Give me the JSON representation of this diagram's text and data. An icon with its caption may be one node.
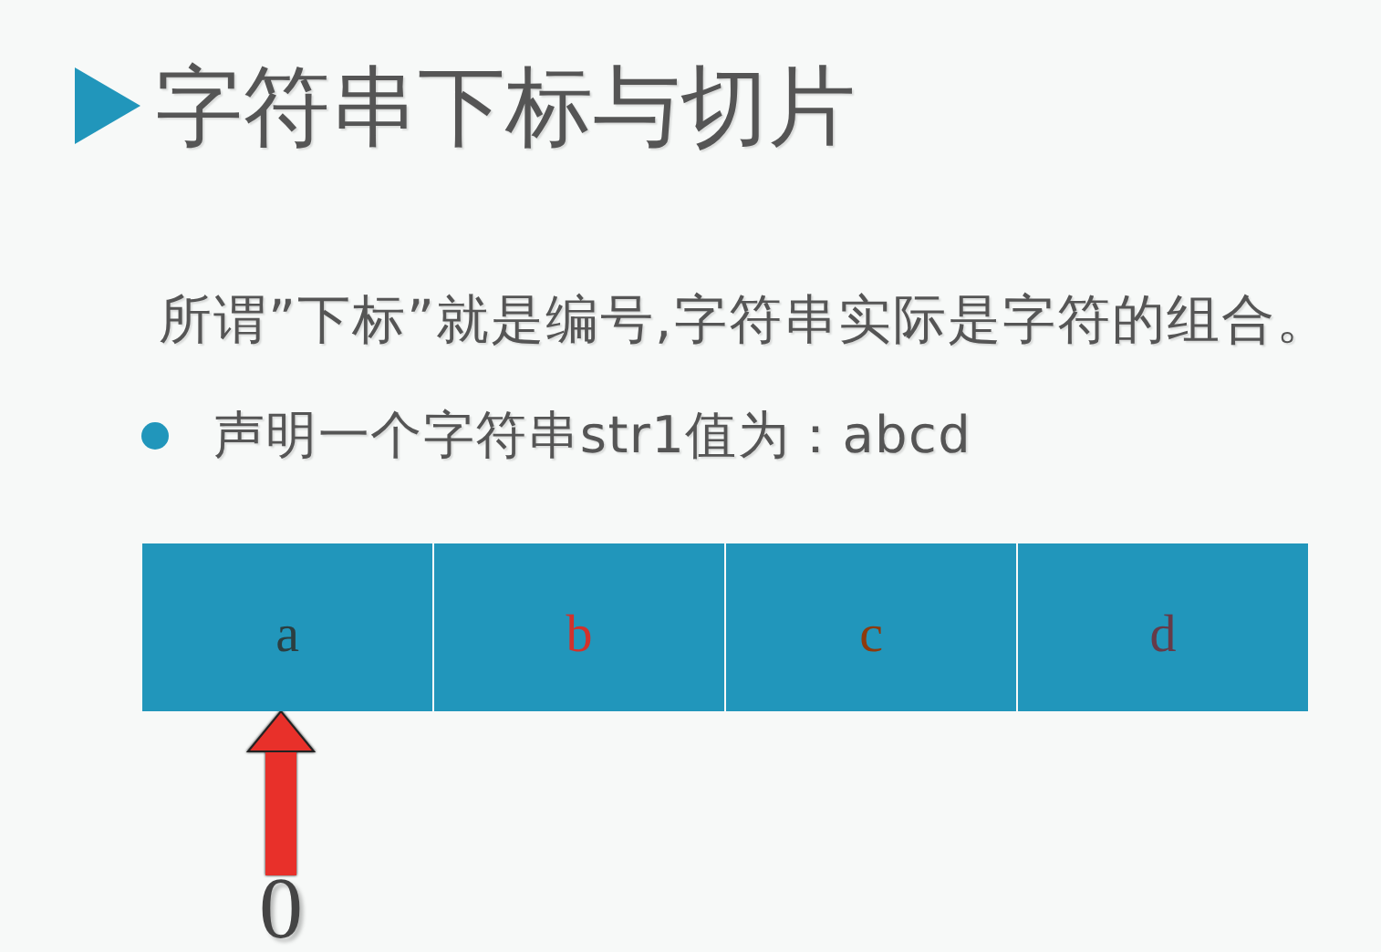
{
  "diagram": {
    "title": "字符串下标与切片",
    "nodes": [
      {
        "text": [
          "a"
        ]
      },
      {
        "text": [
          "b"
        ]
      },
      {
        "text": [
          "c"
        ]
      },
      {
        "text": [
          "d"
        ]
      },
      {
        "text": [
          "0"
        ]
      }
    ],
    "edges": [
      {
        "from": 4,
        "to": 0,
        "arrow": "to",
        "color": "#e8302a"
      }
    ],
    "labels": [
      "所谓”下标”就是编号,字符串实际是字符的组合。",
      "声明一个字符串str1值为：abcd"
    ]
  }
}
